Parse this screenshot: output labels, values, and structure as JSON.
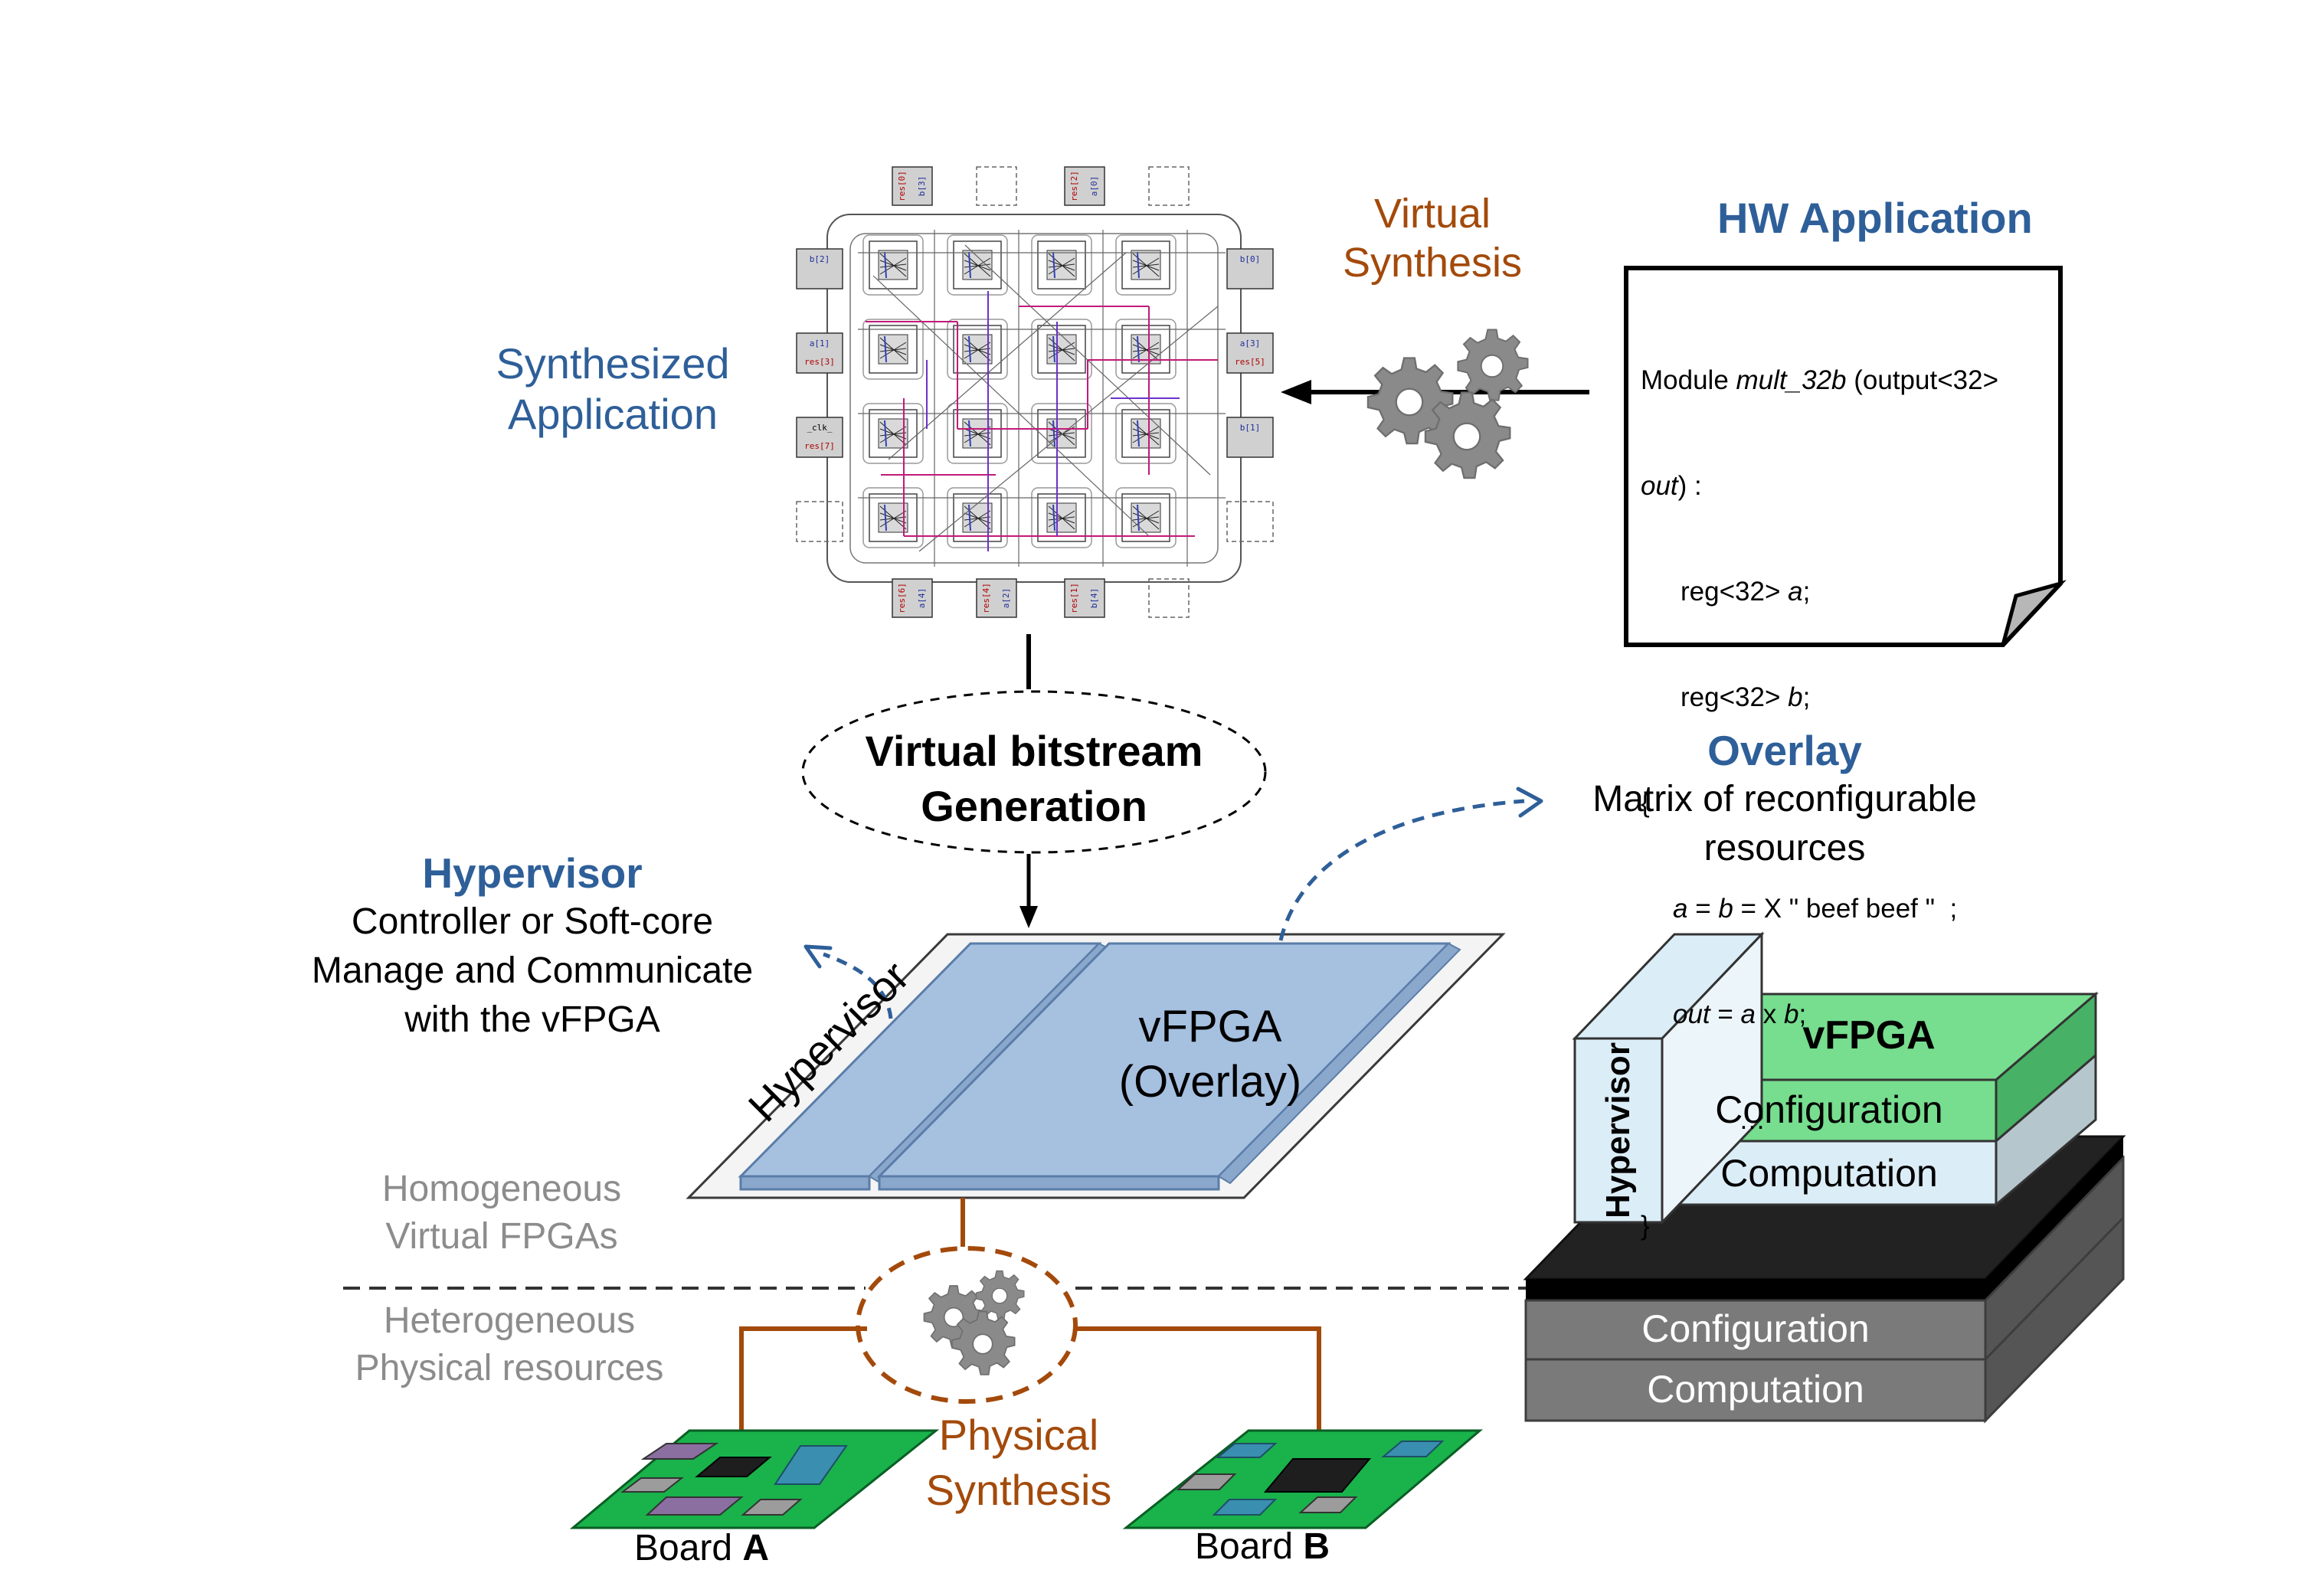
{
  "hw_application": {
    "title": "HW Application",
    "code": {
      "line1_prefix": "Module ",
      "line1_name": "mult_32b",
      "line1_suffix": " (output<32>",
      "line2_var": "out",
      "line2_suffix": ") :",
      "line3_prefix": "reg<32> ",
      "line3_var": "a",
      "line3_suffix": ";",
      "line4_prefix": "reg<32> ",
      "line4_var": "b",
      "line4_suffix": ";",
      "line5": "{",
      "line6_a": "a",
      "line6_mid": " = ",
      "line6_b": "b",
      "line6_suffix": " = X \" beef beef \"  ;",
      "line7_out": "out",
      "line7_mid": " = ",
      "line7_a": "a",
      "line7_x": " x ",
      "line7_b": "b",
      "line7_suffix": ";",
      "line8": "…",
      "line9": "}"
    }
  },
  "virtual_synthesis": {
    "line1": "Virtual",
    "line2": "Synthesis"
  },
  "synthesized_application": {
    "line1": "Synthesized",
    "line2": "Application"
  },
  "fpga_map": {
    "pins_top": [
      [
        "res[0]",
        "b[3]"
      ],
      [
        "res[2]",
        "a[0]"
      ]
    ],
    "pins_bottom": [
      [
        "res[6]",
        "a[4]"
      ],
      [
        "res[4]",
        "a[2]"
      ],
      [
        "res[1]",
        "b[4]"
      ]
    ],
    "pins_left": [
      "b[2]",
      "a[1]",
      "res[3]",
      "_clk_",
      "res[7]"
    ],
    "pins_right": [
      "b[0]",
      "a[3]",
      "res[5]",
      "b[1]"
    ]
  },
  "bitstream": {
    "line1": "Virtual bitstream",
    "line2": "Generation"
  },
  "overlay": {
    "title": "Overlay",
    "line1": "Matrix of reconfigurable",
    "line2": "resources"
  },
  "hypervisor_note": {
    "title": "Hypervisor",
    "line1": "Controller or Soft-core",
    "line2": "Manage and Communicate",
    "line3": "with the vFPGA"
  },
  "platform": {
    "hypervisor_label": "Hypervisor",
    "vfpga_line1": "vFPGA",
    "vfpga_line2": "(Overlay)"
  },
  "layers": {
    "homogeneous_line1": "Homogeneous",
    "homogeneous_line2": "Virtual FPGAs",
    "heterogeneous_line1": "Heterogeneous",
    "heterogeneous_line2": "Physical resources"
  },
  "physical_synthesis": {
    "line1": "Physical",
    "line2": "Synthesis"
  },
  "boards": [
    {
      "prefix": "Board ",
      "letter": "A"
    },
    {
      "prefix": "Board ",
      "letter": "B"
    }
  ],
  "stack": {
    "hypervisor": "Hypervisor",
    "vfpga": "vFPGA",
    "virtual_configuration": "Configuration",
    "virtual_computation": "Computation",
    "physical_configuration": "Configuration",
    "physical_computation": "Computation"
  },
  "colors": {
    "blue_text": "#2e5f99",
    "brown_text": "#a34a0b",
    "gray_text": "#8c8c8c",
    "overlay_blue": "#a6c0e0",
    "stack_green": "#77dd8f",
    "stack_light_blue": "#dbedf6",
    "board_green": "#19b24b"
  }
}
